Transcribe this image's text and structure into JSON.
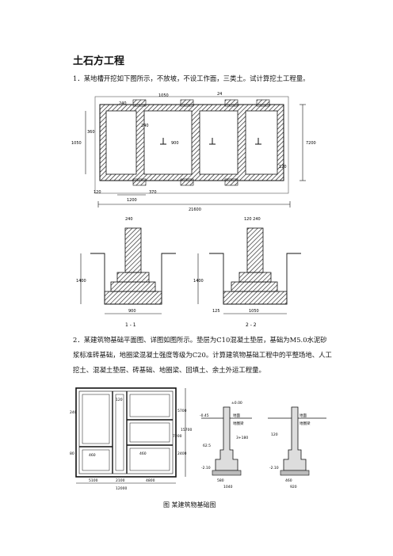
{
  "section_title": "土石方工程",
  "q1": "1．某地槽开挖如下图所示，不放坡，不设工作面，三类土。试计算挖土工程量。",
  "q2": "2．某建筑物基础平面图、详图如图所示。垫层为C10混凝土垫层，基础为M5.0水泥砂浆标准砖基础，地圈梁混凝土强度等级为C20。计算建筑物基础工程中的平整场地、人工挖土、混凝土垫层、砖基础、地圈梁、回填土、余土外运工程量。",
  "fig1_plan": {
    "dims": [
      "1050",
      "240",
      "360",
      "1050",
      "900",
      "240",
      "370",
      "120",
      "1200",
      "21600",
      "7200",
      "24",
      "120"
    ]
  },
  "fig1_sections": {
    "s11": {
      "top": "240",
      "height": "1400",
      "width": "900",
      "label": "1 - 1"
    },
    "s22": {
      "top": "120 240",
      "height": "1400",
      "width": "1050",
      "left": "125",
      "label": "2 - 2"
    }
  },
  "fig2": {
    "plan_dims": [
      "240",
      "120",
      "5700",
      "15700",
      "2400",
      "7200",
      "80",
      "460",
      "460",
      "5100",
      "2100",
      "4800",
      "12000"
    ],
    "detail_labels": [
      "-0.45",
      "±0.00",
      "地面",
      "地圈梁",
      "3+180",
      "62.5",
      "580",
      "460",
      "1040",
      "920",
      "-2.10",
      "120"
    ]
  },
  "caption": "图  某建筑物基础图"
}
